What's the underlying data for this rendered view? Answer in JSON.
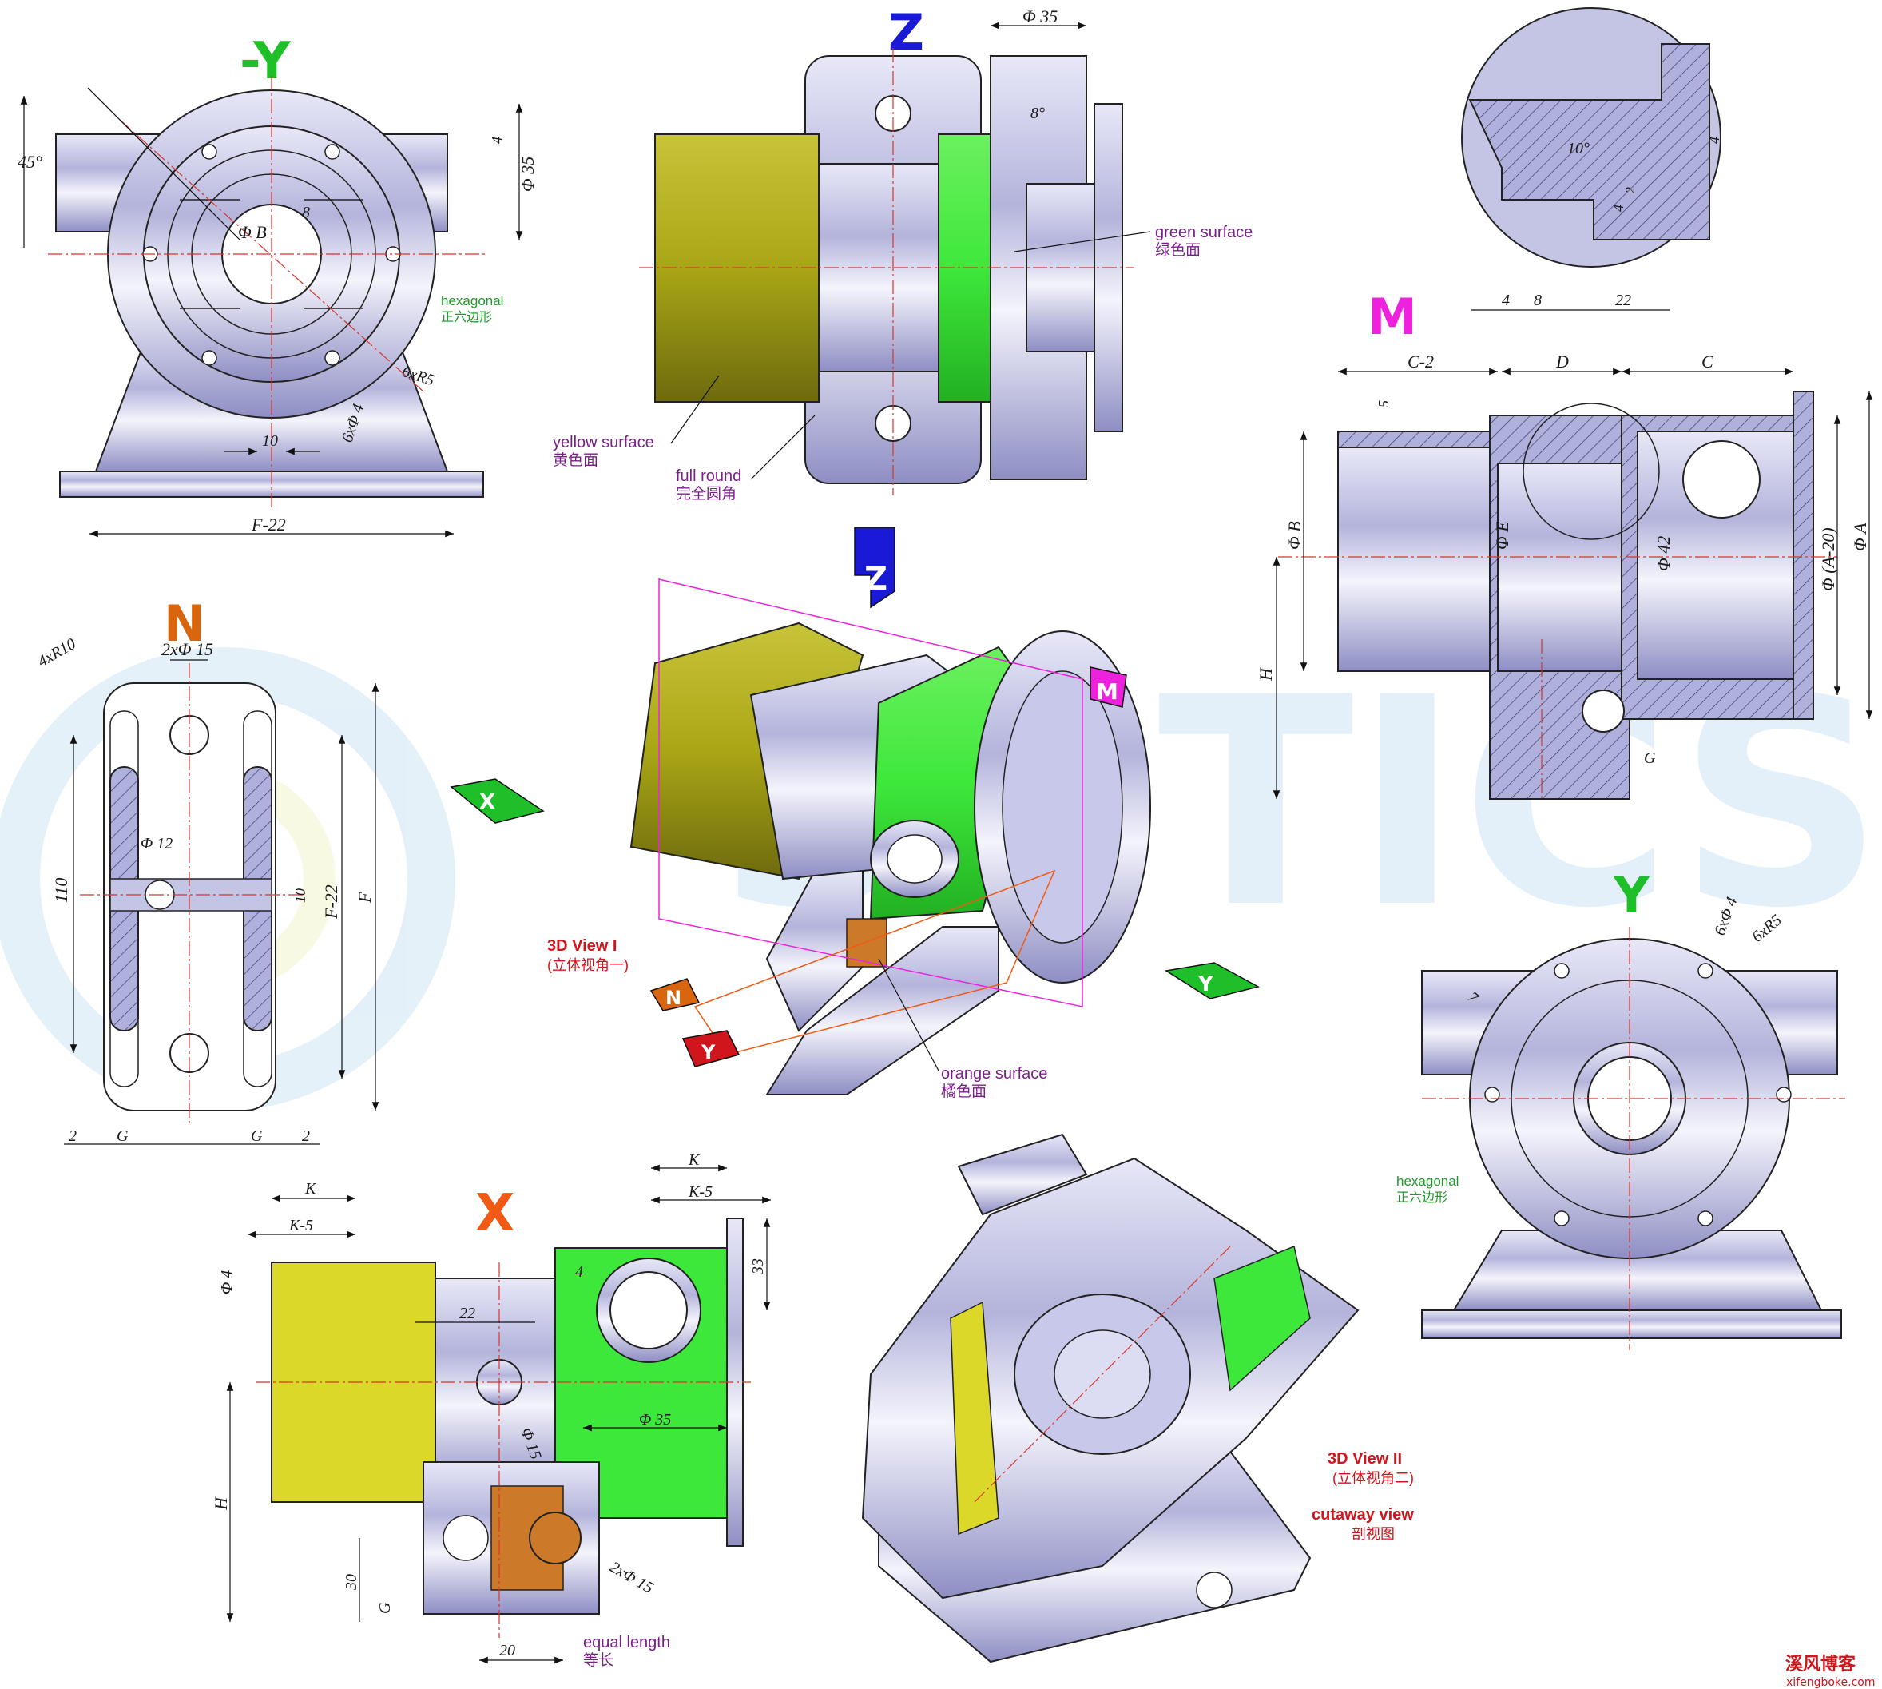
{
  "views": {
    "neg_y": "-Y",
    "z": "Z",
    "m": "M",
    "n": "N",
    "y": "Y",
    "x": "X",
    "arrow_z": "Z",
    "arrow_x": "X",
    "arrow_y": "Y",
    "tag_m": "M",
    "tag_n": "N",
    "tag_y": "Y"
  },
  "colors": {
    "neg_y": "#1fbf2a",
    "z": "#1a1ad6",
    "m": "#ee22dd",
    "n": "#d9660f",
    "y": "#1fbf2a",
    "x": "#f05a14",
    "yellow_surface": "#a9a616",
    "green_surface": "#3ee83a",
    "orange_surface": "#cc7a2a",
    "annotation_purple": "#7a2088",
    "annotation_green": "#1e9a2a",
    "annotation_red": "#d0161c"
  },
  "dims": {
    "neg_y": {
      "angle": "45°",
      "phi35": "Φ 35",
      "four": "4",
      "phiB": "Φ B",
      "eight": "8",
      "ten": "10",
      "fw": "F-22",
      "r5": "6xR5",
      "phi4": "6xΦ 4"
    },
    "z": {
      "phi35": "Φ 35",
      "eight": "8°"
    },
    "m": {
      "ten": "10°",
      "four_a": "4",
      "four_b": "4",
      "eight": "8",
      "tw": "22",
      "two": "2",
      "c2": "C-2",
      "d": "D",
      "c": "C",
      "five": "5",
      "phiB": "Φ B",
      "phiE": "Φ E",
      "phi42": "Φ 42",
      "phiA20": "Φ (A-20)",
      "phiA": "Φ A",
      "h": "H",
      "g": "G"
    },
    "n": {
      "r10": "4xR10",
      "phi15": "2xΦ 15",
      "phi12": "Φ 12",
      "h110": "110",
      "ten": "10",
      "f22": "F-22",
      "f": "F",
      "two_l": "2",
      "g_l": "G",
      "g_r": "G",
      "two_r": "2"
    },
    "y": {
      "phi4": "6xΦ 4",
      "r5": "6xR5",
      "seven": "7"
    },
    "x": {
      "k_a": "K",
      "k5_a": "K-5",
      "k_b": "K",
      "k5_b": "K-5",
      "phi4": "Φ 4",
      "thirty3": "33",
      "four": "4",
      "tw": "22",
      "phi15": "Φ 15",
      "phi35": "Φ 35",
      "h": "H",
      "thirty": "30",
      "g": "G",
      "twenty": "20",
      "phi15x2": "2xΦ 15"
    }
  },
  "annotations": {
    "yellow": {
      "en": "yellow surface",
      "zh": "黄色面"
    },
    "full_round": {
      "en": "full round",
      "zh": "完全圆角"
    },
    "green": {
      "en": "green surface",
      "zh": "绿色面"
    },
    "hex1": {
      "en": "hexagonal",
      "zh": "正六边形"
    },
    "hex2": {
      "en": "hexagonal",
      "zh": "正六边形"
    },
    "view1": {
      "en": "3D View I",
      "zh": "(立体视角一)"
    },
    "orange": {
      "en": "orange surface",
      "zh": "橘色面"
    },
    "view2": {
      "en": "3D View II",
      "zh": "(立体视角二)"
    },
    "cutaway": {
      "en": "cutaway view",
      "zh": "剖视图"
    },
    "equal": {
      "en": "equal length",
      "zh": "等长"
    }
  },
  "watermark": {
    "name": "溪风博客",
    "url": "xifengboke.com"
  }
}
